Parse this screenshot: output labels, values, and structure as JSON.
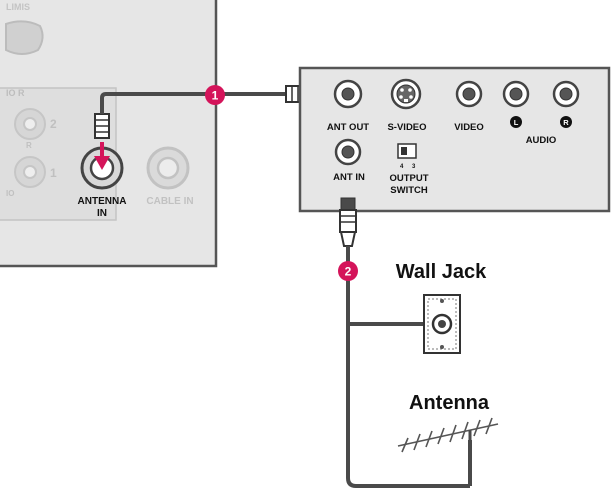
{
  "tv_panel": {
    "faded_top": "LIMIS",
    "faded_left_1": "IO  R",
    "faded_left_2": "2",
    "faded_left_3": "R",
    "faded_left_4": "1",
    "faded_left_5": "IO",
    "antenna_in_line1": "ANTENNA",
    "antenna_in_line2": "IN",
    "cable_in": "CABLE IN"
  },
  "device_panel": {
    "ant_out": "ANT OUT",
    "s_video": "S-VIDEO",
    "video": "VIDEO",
    "audio": "AUDIO",
    "audio_left_marker": "L",
    "audio_right_marker": "R",
    "ant_in": "ANT IN",
    "output_switch_line1": "OUTPUT",
    "output_switch_line2": "SWITCH",
    "switch_ch_a": "4",
    "switch_ch_b": "3"
  },
  "steps": {
    "step1": "1",
    "step2": "2"
  },
  "wall_jack_label": "Wall Jack",
  "antenna_label": "Antenna",
  "colors": {
    "accent": "#d4145a",
    "panel_fill": "#e6e6e6",
    "panel_stroke": "#555555",
    "faded_text": "#bdbdbd",
    "cable": "#4a4a4a"
  }
}
